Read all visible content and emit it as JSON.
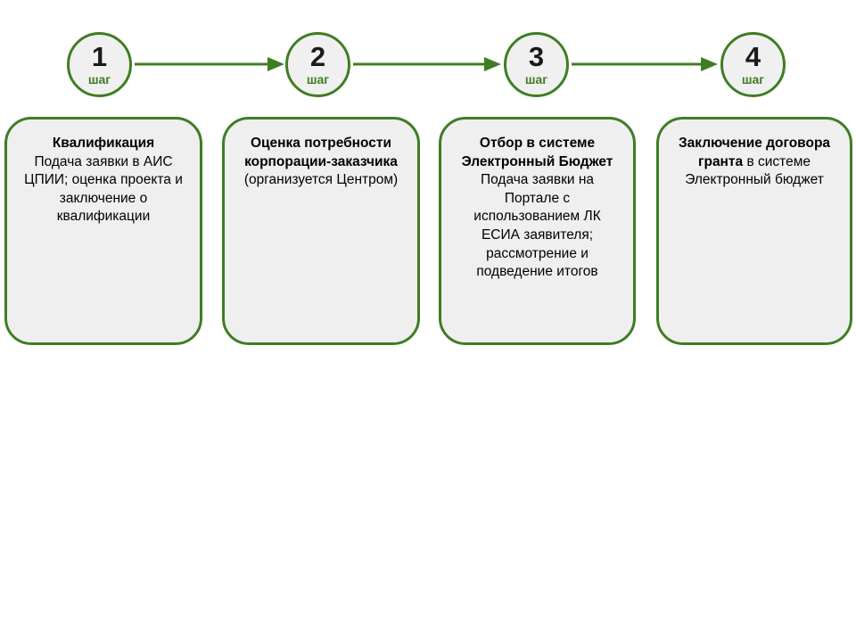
{
  "colors": {
    "accent-green": "#3f7d23",
    "circle-fill": "#f0f0f0",
    "card-fill": "#efefef",
    "number-color": "#1a1a1a"
  },
  "steps": [
    {
      "number": "1",
      "step_label": "шаг",
      "title": "Квалификация",
      "body": "Подача заявки в АИС ЦПИИ; оценка проекта и заключение о квалификации"
    },
    {
      "number": "2",
      "step_label": "шаг",
      "title": "Оценка потребности корпорации-заказчика",
      "body": "(организуется Центром)"
    },
    {
      "number": "3",
      "step_label": "шаг",
      "title": "Отбор в системе Электронный Бюджет",
      "body": "Подача заявки на Портале с использованием ЛК ЕСИА заявителя; рассмотрение и подведение итогов"
    },
    {
      "number": "4",
      "step_label": "шаг",
      "title": "Заключение договора гранта",
      "body": "в системе Электронный бюджет"
    }
  ]
}
